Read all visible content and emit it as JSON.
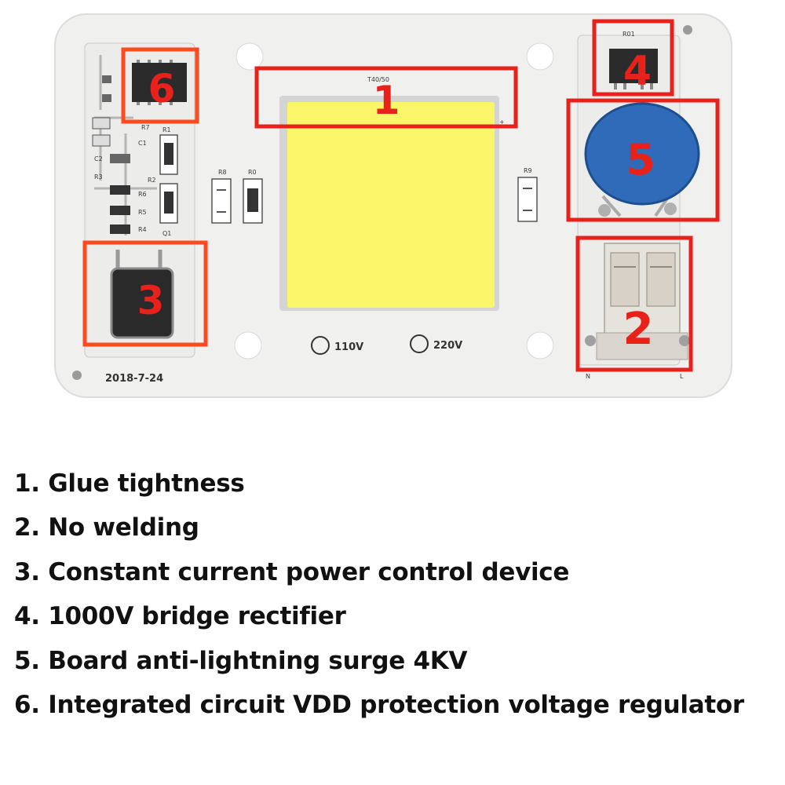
{
  "board": {
    "model_code": "T40/50",
    "date_code": "2018-7-24",
    "voltage_options": [
      "110V",
      "220V"
    ],
    "component_labels": {
      "bridge": "R01",
      "r1": "R1",
      "r2": "R2",
      "r3": "R3",
      "r4": "R4",
      "r5": "R5",
      "r6": "R6",
      "r7": "R7",
      "r8": "R8",
      "r9": "R9",
      "r0": "R0",
      "c1": "C1",
      "c2": "C2",
      "q1": "Q1",
      "terminal_n": "N",
      "terminal_l": "L",
      "plus_mark": "+"
    },
    "colors": {
      "board": "#f0f0ef",
      "led": "#fbf56a",
      "varistor": "#2f6bb8",
      "callout": "#e8211b"
    }
  },
  "callouts": [
    {
      "number": "1"
    },
    {
      "number": "2"
    },
    {
      "number": "3"
    },
    {
      "number": "4"
    },
    {
      "number": "5"
    },
    {
      "number": "6"
    }
  ],
  "legend": [
    "1. Glue tightness",
    "2. No welding",
    "3. Constant current power control device",
    "4. 1000V bridge rectifier",
    "5. Board anti-lightning surge 4KV",
    "6. Integrated circuit VDD protection voltage regulator"
  ]
}
